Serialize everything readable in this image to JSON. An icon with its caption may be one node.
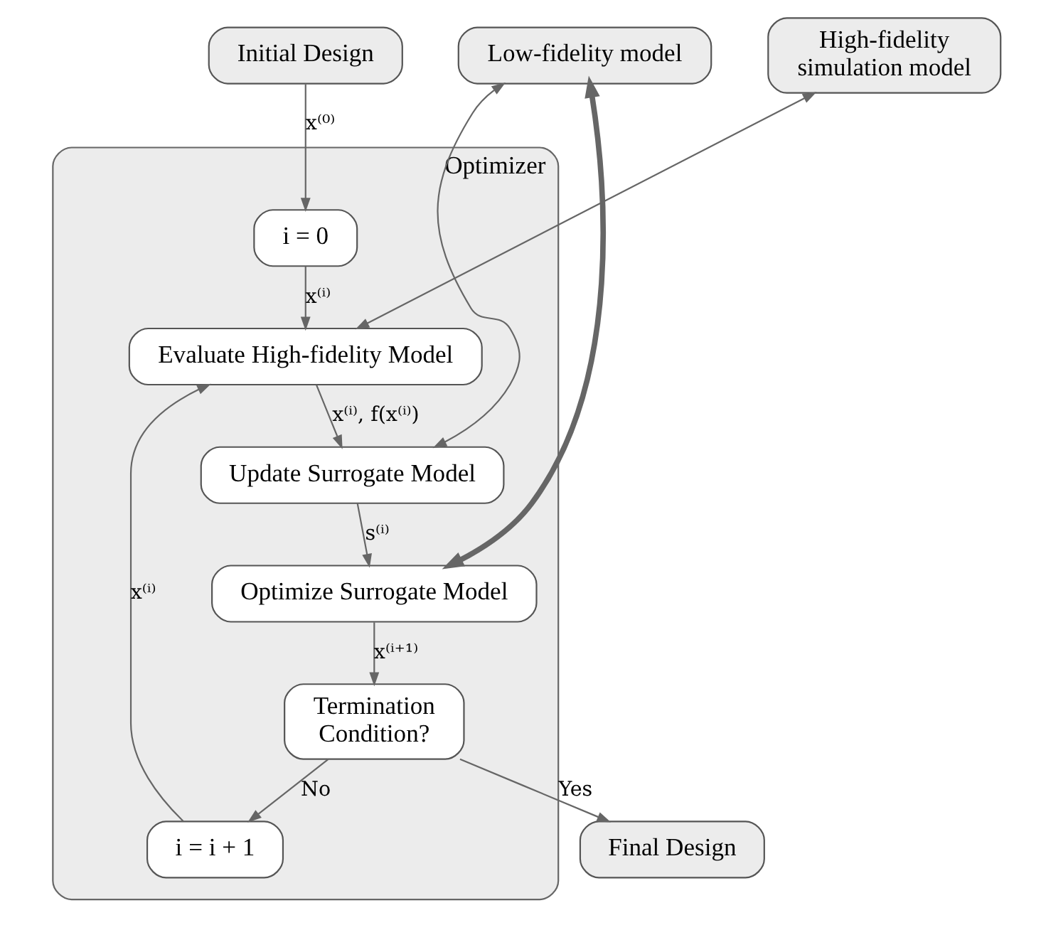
{
  "diagram": {
    "nodes": [
      {
        "text": [
          "Initial Design"
        ]
      },
      {
        "text": [
          "Optimizer"
        ]
      },
      {
        "text": [
          "i = 0"
        ],
        "in": 1
      },
      {
        "text": [
          "Evaluate High-fidelity Model"
        ],
        "in": 1
      },
      {
        "text": [
          "Update Surrogate Model"
        ],
        "in": 1
      },
      {
        "text": [
          "Optimize Surrogate Model"
        ],
        "in": 1
      },
      {
        "text": [
          "Termination Condition?"
        ],
        "in": 1
      },
      {
        "text": [
          "i = i + 1"
        ],
        "in": 1
      },
      {
        "text": [
          "High-fidelity simulation model"
        ]
      },
      {
        "text": [
          "Low-fidelity model"
        ]
      },
      {
        "text": [
          "Final Design"
        ]
      }
    ],
    "edges": [
      {
        "from": 0,
        "to": 2,
        "arrow": "to",
        "label": "x⁽⁰⁾"
      },
      {
        "from": 2,
        "to": 3,
        "arrow": "to",
        "label": "x⁽ⁱ⁾"
      },
      {
        "from": 3,
        "to": 4,
        "arrow": "to",
        "label": "x⁽ⁱ⁾, f(x⁽ⁱ⁾)"
      },
      {
        "from": 4,
        "to": 5,
        "arrow": "to",
        "label": "s⁽ⁱ⁾"
      },
      {
        "from": 5,
        "to": 6,
        "arrow": "to",
        "label": "x⁽ⁱ⁺¹⁾"
      },
      {
        "from": 6,
        "to": 7,
        "arrow": "to",
        "label": "No"
      },
      {
        "from": 7,
        "to": 3,
        "arrow": "to",
        "label": "x⁽ⁱ⁾"
      },
      {
        "from": 3,
        "to": 8,
        "arrow": "both"
      },
      {
        "from": 4,
        "to": 9,
        "arrow": "both"
      },
      {
        "from": 5,
        "to": 9,
        "arrow": "both",
        "style": "thick"
      },
      {
        "from": 6,
        "to": 10,
        "arrow": "to",
        "label": "Yes"
      }
    ]
  }
}
